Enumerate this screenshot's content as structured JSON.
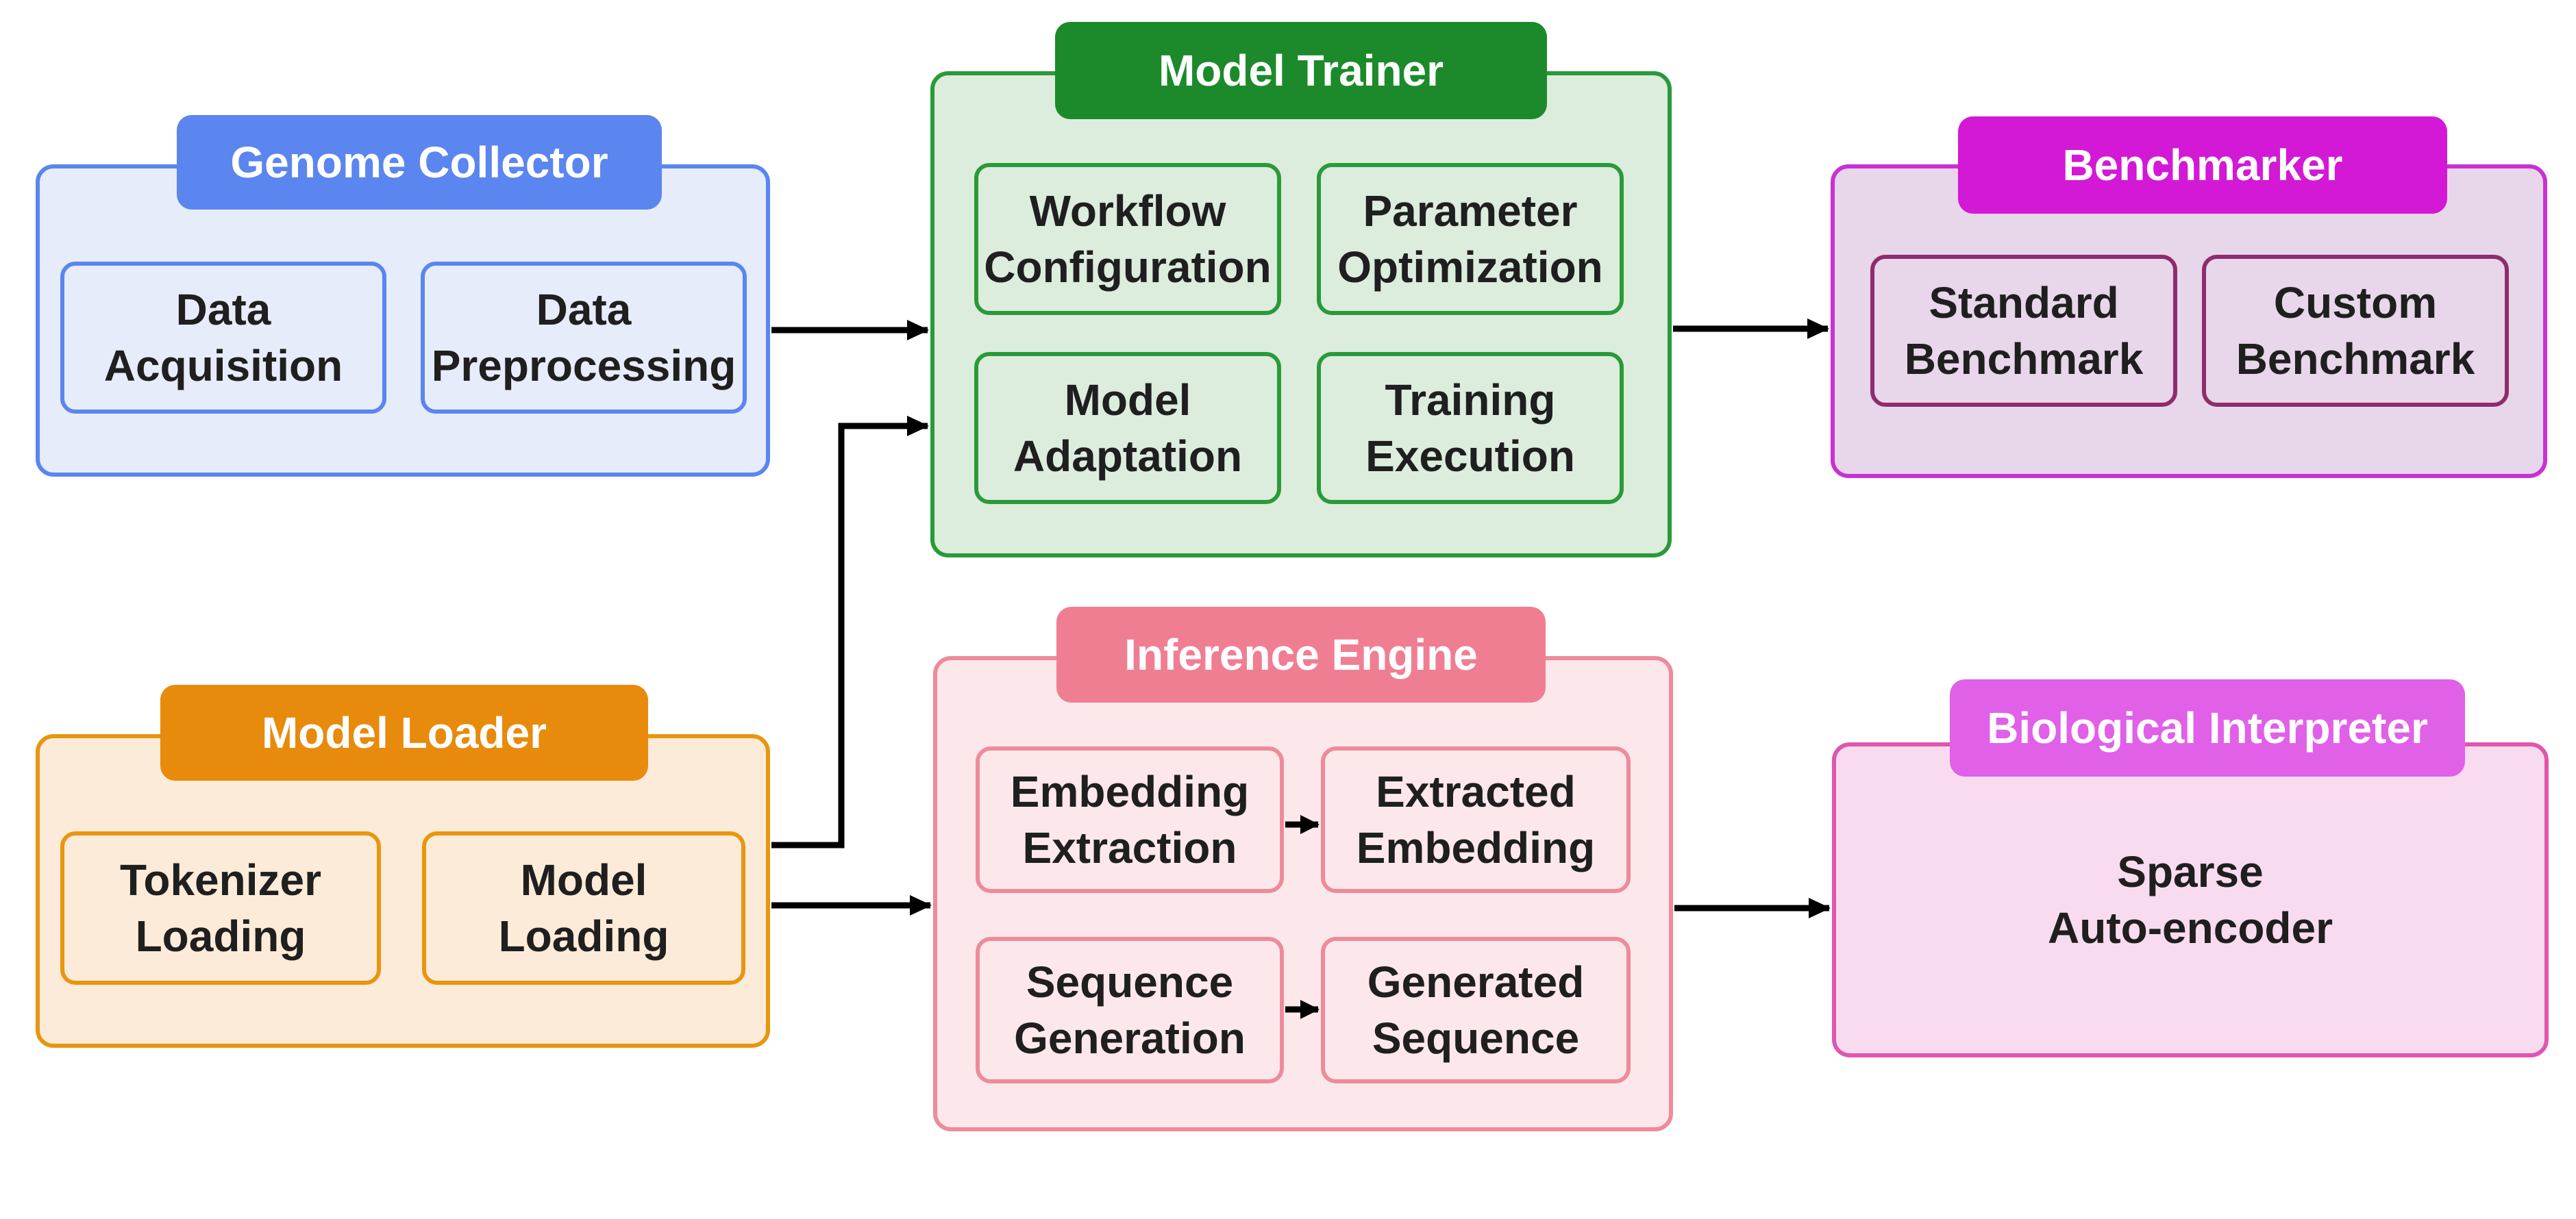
{
  "colors": {
    "genome": {
      "accent": "#5b85ef",
      "border": "#5b85ef",
      "fill": "#e6ecf9",
      "sub_border": "#5b85ef"
    },
    "trainer": {
      "accent": "#1c8a2b",
      "border": "#2a9a38",
      "fill": "#dcecdd",
      "sub_border": "#2a9a38"
    },
    "bench": {
      "accent": "#d318d6",
      "border": "#c831d3",
      "fill": "#e8d6ea",
      "sub_border": "#8d2d6b"
    },
    "loader": {
      "accent": "#e88a0b",
      "border": "#e8960f",
      "fill": "#fcebd8",
      "sub_border": "#e8960f"
    },
    "inference": {
      "accent": "#f07e92",
      "border": "#ee8b9a",
      "fill": "#fce8eb",
      "sub_border": "#ee8b9a"
    },
    "bio": {
      "accent": "#e060e8",
      "border": "#e056ad",
      "fill": "#f9dbf0"
    },
    "arrow": "#000000"
  },
  "genome_collector": {
    "title": "Genome Collector",
    "items": [
      {
        "lines": [
          "Data",
          "Acquisition"
        ]
      },
      {
        "lines": [
          "Data",
          "Preprocessing"
        ]
      }
    ]
  },
  "model_trainer": {
    "title": "Model Trainer",
    "items": [
      {
        "lines": [
          "Workflow",
          "Configuration"
        ]
      },
      {
        "lines": [
          "Parameter",
          "Optimization"
        ]
      },
      {
        "lines": [
          "Model",
          "Adaptation"
        ]
      },
      {
        "lines": [
          "Training",
          "Execution"
        ]
      }
    ]
  },
  "benchmarker": {
    "title": "Benchmarker",
    "items": [
      {
        "lines": [
          "Standard",
          "Benchmark"
        ]
      },
      {
        "lines": [
          "Custom",
          "Benchmark"
        ]
      }
    ]
  },
  "model_loader": {
    "title": "Model Loader",
    "items": [
      {
        "lines": [
          "Tokenizer",
          "Loading"
        ]
      },
      {
        "lines": [
          "Model",
          "Loading"
        ]
      }
    ]
  },
  "inference_engine": {
    "title": "Inference Engine",
    "items": [
      {
        "lines": [
          "Embedding",
          "Extraction"
        ]
      },
      {
        "lines": [
          "Extracted",
          "Embedding"
        ]
      },
      {
        "lines": [
          "Sequence",
          "Generation"
        ]
      },
      {
        "lines": [
          "Generated",
          "Sequence"
        ]
      }
    ]
  },
  "biological_interpreter": {
    "title": "Biological Interpreter",
    "content": {
      "lines": [
        "Sparse",
        "Auto-encoder"
      ]
    }
  }
}
